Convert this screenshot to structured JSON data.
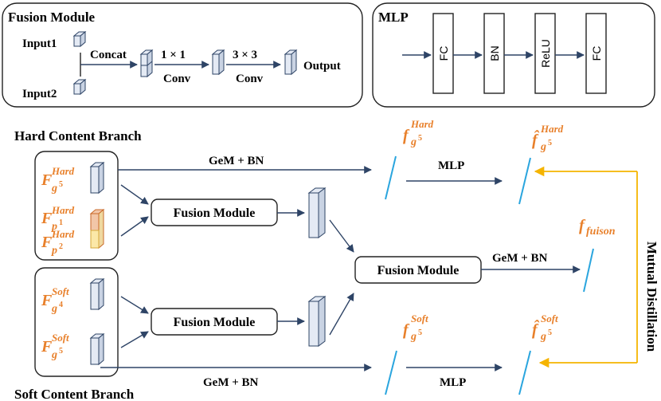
{
  "fusion_module_panel": {
    "title": "Fusion Module",
    "input1": "Input1",
    "input2": "Input2",
    "concat": "Concat",
    "conv1_top": "1 × 1",
    "conv1_bottom": "Conv",
    "conv3_top": "3 × 3",
    "conv3_bottom": "Conv",
    "output": "Output"
  },
  "mlp_panel": {
    "title": "MLP",
    "blocks": [
      "FC",
      "BN",
      "ReLU",
      "FC"
    ]
  },
  "hard_branch": {
    "title": "Hard Content Branch",
    "f_g5": {
      "base": "F",
      "sup": "Hard",
      "sub": "g",
      "subsup": "5"
    },
    "f_p1": {
      "base": "F",
      "sup": "Hard",
      "sub": "p",
      "subsup": "1"
    },
    "f_p2": {
      "base": "F",
      "sup": "Hard",
      "sub": "p",
      "subsup": "2"
    },
    "gem_bn": "GeM + BN",
    "fusion_module": "Fusion Module",
    "mlp": "MLP",
    "out_f": {
      "base": "f",
      "sup": "Hard",
      "sub": "g",
      "subsup": "5"
    },
    "out_fhat": {
      "base": "f̂",
      "sup": "Hard",
      "sub": "g",
      "subsup": "5"
    }
  },
  "soft_branch": {
    "title": "Soft Content Branch",
    "f_g4": {
      "base": "F",
      "sup": "Soft",
      "sub": "g",
      "subsup": "4"
    },
    "f_g5": {
      "base": "F",
      "sup": "Soft",
      "sub": "g",
      "subsup": "5"
    },
    "gem_bn": "GeM + BN",
    "fusion_module": "Fusion Module",
    "mlp": "MLP",
    "out_f": {
      "base": "f",
      "sup": "Soft",
      "sub": "g",
      "subsup": "5"
    },
    "out_fhat": {
      "base": "f̂",
      "sup": "Soft",
      "sub": "g",
      "subsup": "5"
    }
  },
  "center": {
    "fusion_module": "Fusion Module",
    "gem_bn": "GeM + BN",
    "f_fusion": {
      "base": "f",
      "sub": "fuison"
    }
  },
  "mutual_distillation": "Mutual Distillation",
  "colors": {
    "orange_text": "#E8802B",
    "arrow": "#2E4466",
    "feature_line": "#2AA5DE",
    "distill_arrow": "#F5B400",
    "cube_face": "#E4EAF4",
    "cube_stroke": "#2E4466",
    "hard_p1_cube": "#F2C6A8",
    "hard_p2_cube": "#FBE8A8"
  }
}
